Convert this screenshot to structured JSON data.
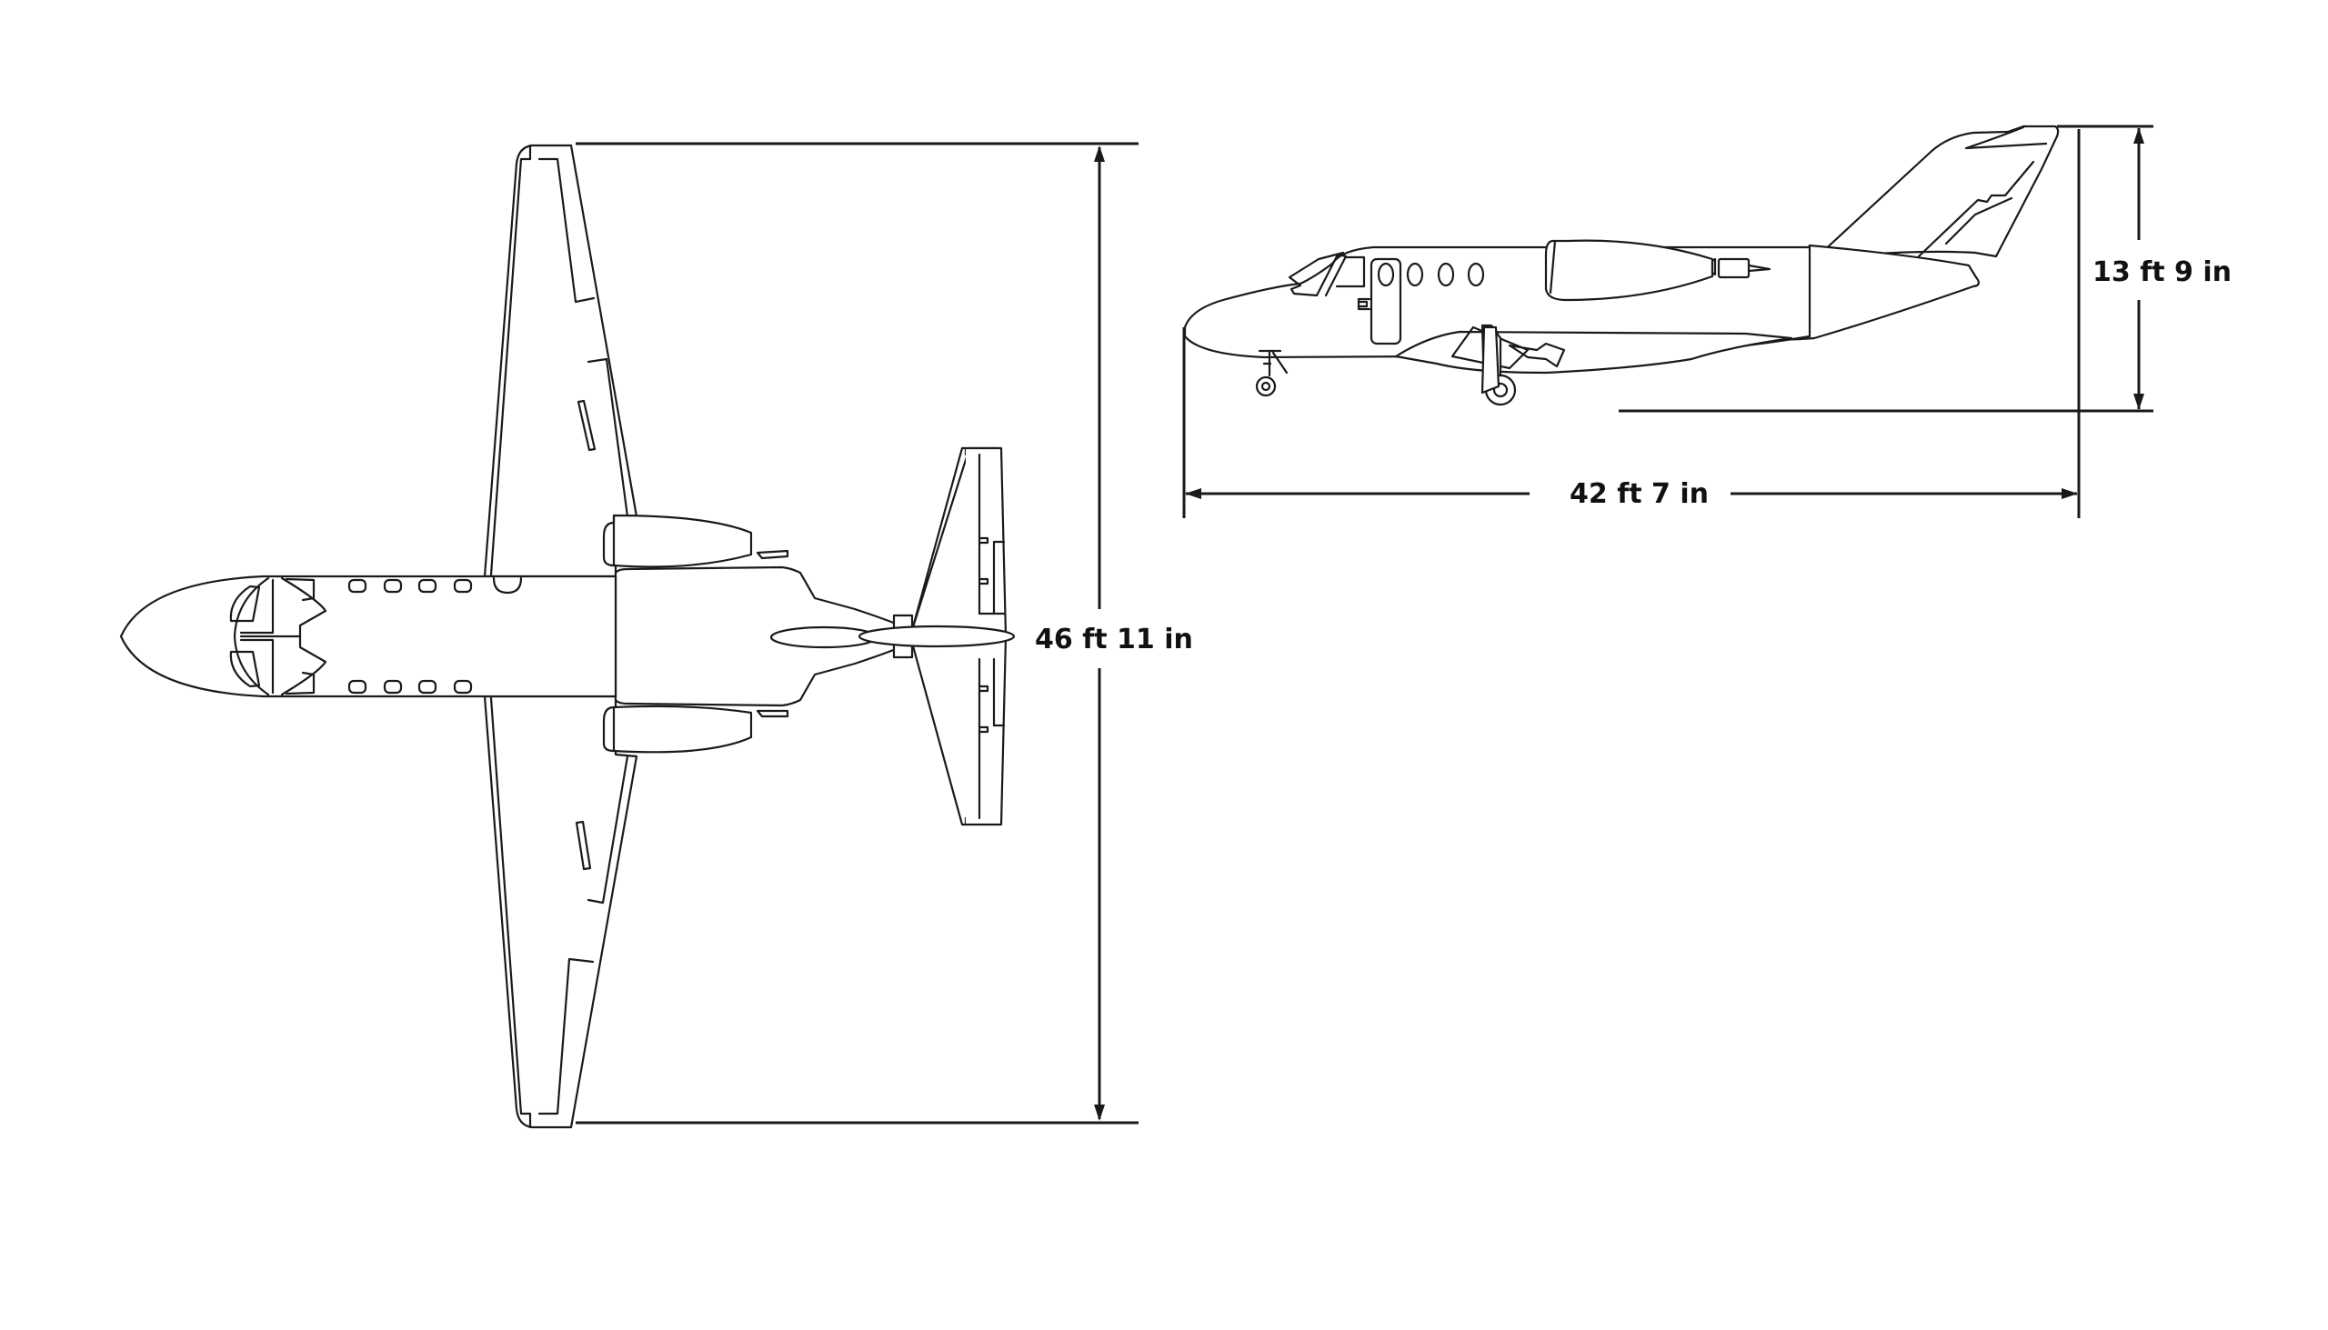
{
  "figure": {
    "title": "Aircraft three-view dimensions",
    "views": [
      {
        "name": "top-view",
        "description": "Plan view of twin-engine business jet, nose pointing left"
      },
      {
        "name": "side-view",
        "description": "Side elevation of twin-engine business jet, nose pointing left"
      }
    ]
  },
  "dimensions": {
    "wingspan": {
      "label": "46 ft 11 in",
      "feet": 46,
      "inches": 11
    },
    "height": {
      "label": "13 ft 9 in",
      "feet": 13,
      "inches": 9
    },
    "length": {
      "label": "42 ft 7 in",
      "feet": 42,
      "inches": 7
    }
  },
  "colors": {
    "line": "#1a1a1a",
    "background": "#ffffff"
  }
}
